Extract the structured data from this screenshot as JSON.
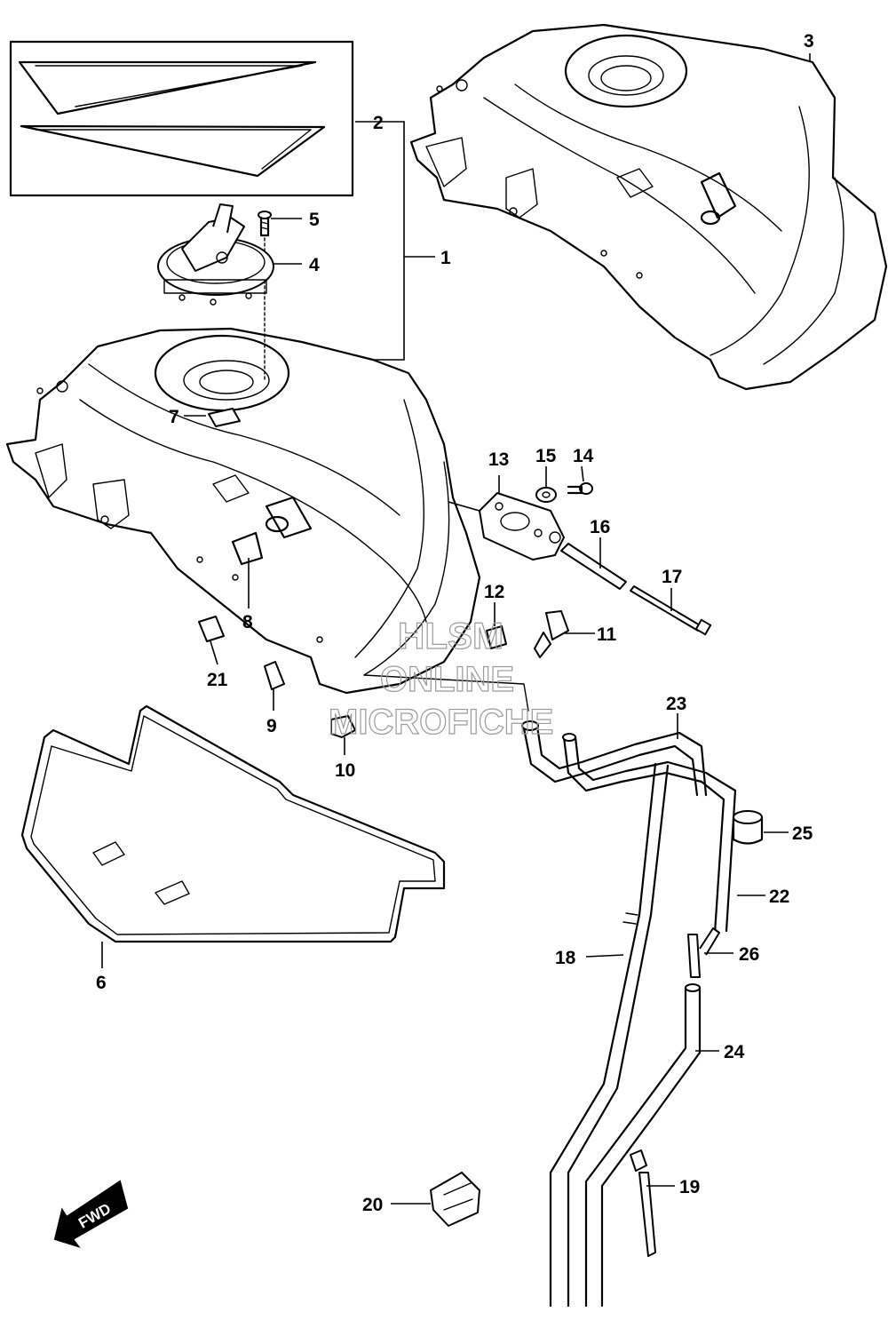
{
  "callouts": [
    {
      "id": "1",
      "label": "1"
    },
    {
      "id": "2",
      "label": "2"
    },
    {
      "id": "3",
      "label": "3"
    },
    {
      "id": "4",
      "label": "4"
    },
    {
      "id": "5",
      "label": "5"
    },
    {
      "id": "6",
      "label": "6"
    },
    {
      "id": "7",
      "label": "7"
    },
    {
      "id": "8",
      "label": "8"
    },
    {
      "id": "9",
      "label": "9"
    },
    {
      "id": "10",
      "label": "10"
    },
    {
      "id": "11",
      "label": "11"
    },
    {
      "id": "12",
      "label": "12"
    },
    {
      "id": "13",
      "label": "13"
    },
    {
      "id": "14",
      "label": "14"
    },
    {
      "id": "15",
      "label": "15"
    },
    {
      "id": "16",
      "label": "16"
    },
    {
      "id": "17",
      "label": "17"
    },
    {
      "id": "18",
      "label": "18"
    },
    {
      "id": "19",
      "label": "19"
    },
    {
      "id": "20",
      "label": "20"
    },
    {
      "id": "21",
      "label": "21"
    },
    {
      "id": "22",
      "label": "22"
    },
    {
      "id": "23",
      "label": "23"
    },
    {
      "id": "24",
      "label": "24"
    },
    {
      "id": "25",
      "label": "25"
    },
    {
      "id": "26",
      "label": "26"
    }
  ],
  "watermark": {
    "line1": "HLSM",
    "line2": "ONLINE",
    "line3": "MICROFICHE"
  },
  "fwd_label": "FWD"
}
